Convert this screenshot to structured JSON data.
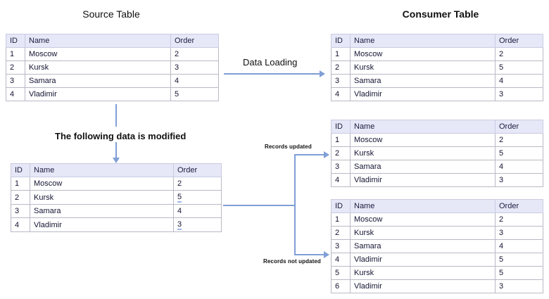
{
  "titles": {
    "source": "Source Table",
    "consumer": "Consumer Table"
  },
  "labels": {
    "data_loading": "Data Loading",
    "modified_note": "The following data is modified",
    "records_updated": "Records updated",
    "records_not_updated": "Records not updated"
  },
  "colors": {
    "arrow": "#7f9fd6",
    "header_bg": "#e6e8f8",
    "border": "#b9b9c6",
    "modified_underline": "#9fb8e6",
    "text": "#141433"
  },
  "columns": [
    "ID",
    "Name",
    "Order"
  ],
  "tables": {
    "source": {
      "name": "Source Table",
      "rows": [
        {
          "id": "1",
          "name": "Moscow",
          "order": "2",
          "modified": false
        },
        {
          "id": "2",
          "name": "Kursk",
          "order": "3",
          "modified": false
        },
        {
          "id": "3",
          "name": "Samara",
          "order": "4",
          "modified": false
        },
        {
          "id": "4",
          "name": "Vladimir",
          "order": "5",
          "modified": false
        }
      ]
    },
    "source_modified": {
      "name": "Source Table (modified)",
      "rows": [
        {
          "id": "1",
          "name": "Moscow",
          "order": "2",
          "modified": false
        },
        {
          "id": "2",
          "name": "Kursk",
          "order": "5",
          "modified": true
        },
        {
          "id": "3",
          "name": "Samara",
          "order": "4",
          "modified": false
        },
        {
          "id": "4",
          "name": "Vladimir",
          "order": "3",
          "modified": true
        }
      ]
    },
    "consumer_initial": {
      "name": "Consumer Table after data loading",
      "rows": [
        {
          "id": "1",
          "name": "Moscow",
          "order": "2",
          "modified": false
        },
        {
          "id": "2",
          "name": "Kursk",
          "order": "5",
          "modified": false
        },
        {
          "id": "3",
          "name": "Samara",
          "order": "4",
          "modified": false
        },
        {
          "id": "4",
          "name": "Vladimir",
          "order": "3",
          "modified": false
        }
      ]
    },
    "consumer_updated": {
      "name": "Consumer Table records updated",
      "rows": [
        {
          "id": "1",
          "name": "Moscow",
          "order": "2",
          "modified": false
        },
        {
          "id": "2",
          "name": "Kursk",
          "order": "5",
          "modified": false
        },
        {
          "id": "3",
          "name": "Samara",
          "order": "4",
          "modified": false
        },
        {
          "id": "4",
          "name": "Vladimir",
          "order": "3",
          "modified": false
        }
      ]
    },
    "consumer_not_updated": {
      "name": "Consumer Table records not updated",
      "rows": [
        {
          "id": "1",
          "name": "Moscow",
          "order": "2",
          "modified": false
        },
        {
          "id": "2",
          "name": "Kursk",
          "order": "3",
          "modified": false
        },
        {
          "id": "3",
          "name": "Samara",
          "order": "4",
          "modified": false
        },
        {
          "id": "4",
          "name": "Vladimir",
          "order": "5",
          "modified": false
        },
        {
          "id": "5",
          "name": "Kursk",
          "order": "5",
          "modified": false
        },
        {
          "id": "6",
          "name": "Vladimir",
          "order": "3",
          "modified": false
        }
      ]
    }
  }
}
